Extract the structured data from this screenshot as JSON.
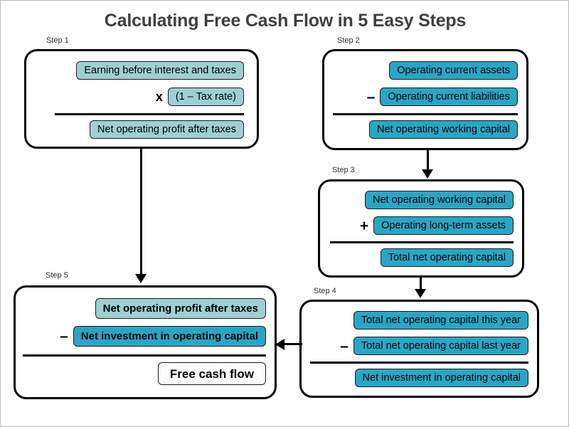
{
  "title": "Calculating Free Cash Flow in 5 Easy Steps",
  "colors": {
    "light_teal": "#9ecfd3",
    "dark_teal": "#29a6c6",
    "white_box": "#fcfcfc",
    "outline": "#000000",
    "title_text": "#3f3f3f"
  },
  "steps": [
    {
      "label": "Step 1",
      "rows": [
        {
          "operator": "",
          "text": "Earning before interest and taxes",
          "style": "light"
        },
        {
          "operator": "x",
          "text": "(1 – Tax rate)",
          "style": "light"
        },
        {
          "operator": "",
          "text": "Net operating profit after taxes",
          "style": "light"
        }
      ]
    },
    {
      "label": "Step 2",
      "rows": [
        {
          "operator": "",
          "text": "Operating current assets",
          "style": "dark"
        },
        {
          "operator": "–",
          "text": "Operating current liabilities",
          "style": "dark"
        },
        {
          "operator": "",
          "text": "Net operating working capital",
          "style": "dark"
        }
      ]
    },
    {
      "label": "Step 3",
      "rows": [
        {
          "operator": "",
          "text": "Net operating working capital",
          "style": "dark"
        },
        {
          "operator": "+",
          "text": "Operating long-term assets",
          "style": "dark"
        },
        {
          "operator": "",
          "text": "Total net operating capital",
          "style": "dark"
        }
      ]
    },
    {
      "label": "Step 4",
      "rows": [
        {
          "operator": "",
          "text": "Total net operating capital this year",
          "style": "dark"
        },
        {
          "operator": "–",
          "text": "Total net operating capital last year",
          "style": "dark"
        },
        {
          "operator": "",
          "text": "Net investment in operating capital",
          "style": "dark"
        }
      ]
    },
    {
      "label": "Step 5",
      "rows": [
        {
          "operator": "",
          "text": "Net operating profit after taxes",
          "style": "light"
        },
        {
          "operator": "–",
          "text": "Net investment in operating capital",
          "style": "dark"
        },
        {
          "operator": "",
          "text": "Free cash flow",
          "style": "white"
        }
      ]
    }
  ],
  "connectors": [
    {
      "name": "step1-to-step5",
      "direction": "down"
    },
    {
      "name": "step2-to-step3",
      "direction": "down"
    },
    {
      "name": "step3-to-step4",
      "direction": "down"
    },
    {
      "name": "step4-to-step5",
      "direction": "left"
    }
  ]
}
